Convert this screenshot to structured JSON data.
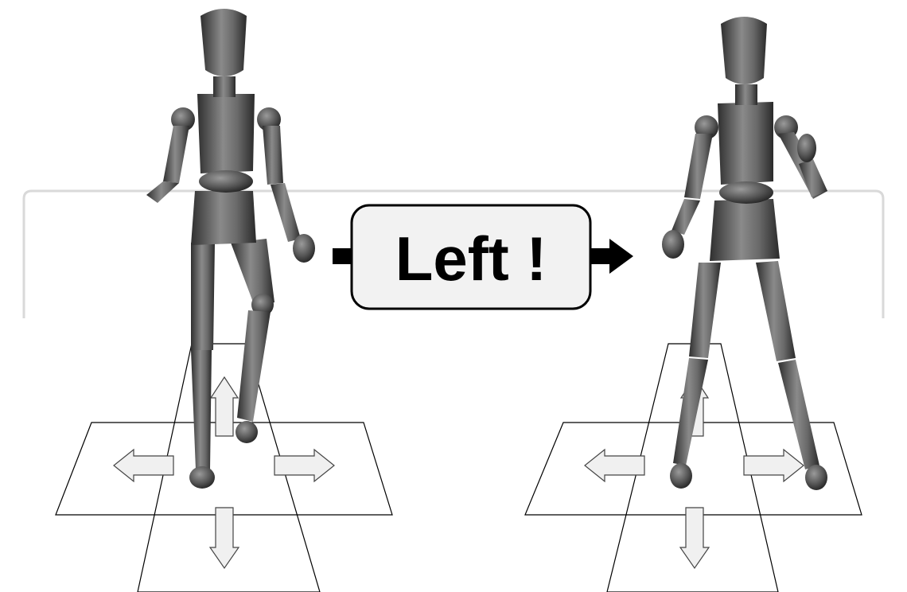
{
  "command": {
    "label": "Left !"
  },
  "figures": [
    {
      "name": "figure-before",
      "pose": "standing-left-foot-raised"
    },
    {
      "name": "figure-after",
      "pose": "stepped-left"
    }
  ],
  "arrow_directions": [
    "forward",
    "left",
    "right",
    "back"
  ],
  "colors": {
    "background": "#ffffff",
    "label_box_fill": "#f2f2f2",
    "label_box_stroke": "#000000",
    "arrow_fill": "#f0f0f0",
    "mannequin_dark": "#3c3c3c",
    "mannequin_mid": "#6e6e6e",
    "mannequin_light": "#9a9a9a"
  }
}
